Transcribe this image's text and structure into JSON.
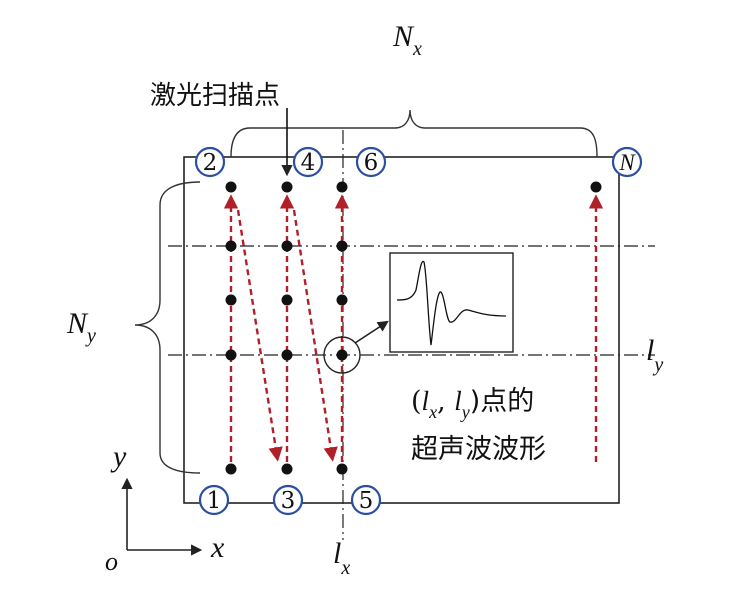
{
  "labels": {
    "nx": "N",
    "nx_sub": "x",
    "ny": "N",
    "ny_sub": "y",
    "laser_point": "激光扫描点",
    "ly": "l",
    "ly_sub": "y",
    "lx": "l",
    "lx_sub": "x",
    "axis_y": "y",
    "axis_x": "x",
    "origin": "o",
    "wave_caption_open": "(",
    "wave_caption_l1": "l",
    "wave_caption_s1": "x",
    "wave_caption_comma": ", ",
    "wave_caption_l2": "l",
    "wave_caption_s2": "y",
    "wave_caption_close": ")点的",
    "wave_caption_line2": "超声波波形"
  },
  "markers": {
    "m1": "1",
    "m2": "2",
    "m3": "3",
    "m4": "4",
    "m5": "5",
    "m6": "6",
    "mN": "N"
  },
  "colors": {
    "path": "#b0202a",
    "marker_ring": "#2a4fa3",
    "line": "#222222",
    "dot": "#111111"
  }
}
